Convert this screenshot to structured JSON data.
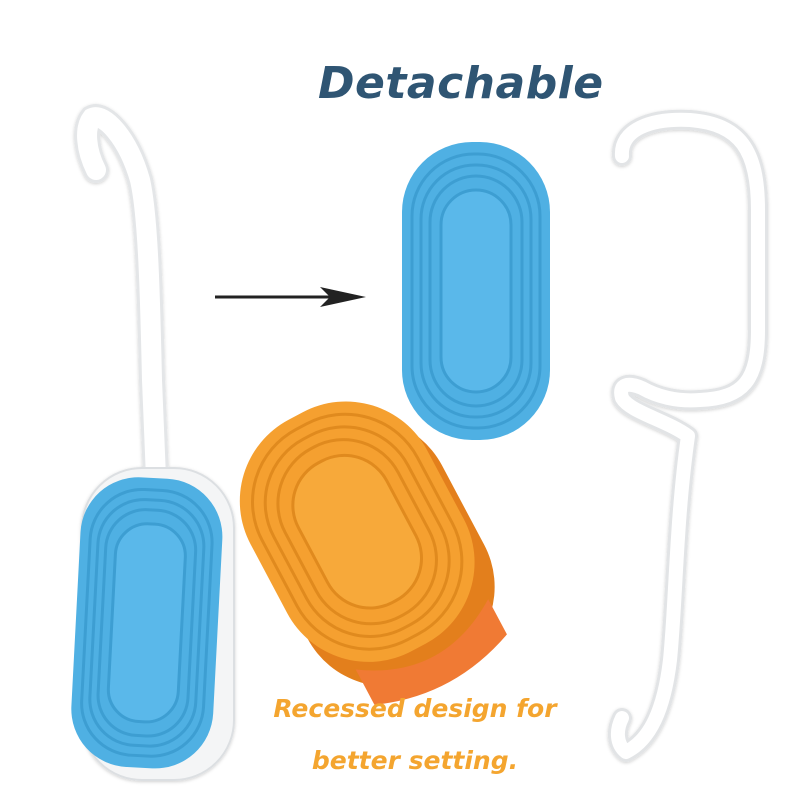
{
  "title": "Detachable",
  "caption": {
    "line1": "Recessed design for",
    "line2": "better setting."
  },
  "colors": {
    "title": "#2f5573",
    "caption": "#f4a52f",
    "blue_pad": "#4fb0e3",
    "orange_pad": "#f5a030",
    "hook_white": "#ffffff",
    "arrow": "#222222"
  },
  "icons": [
    "flosser-hook-icon",
    "blue-pad-icon",
    "orange-pad-icon",
    "arrow-right-icon",
    "pick-hook-icon"
  ]
}
